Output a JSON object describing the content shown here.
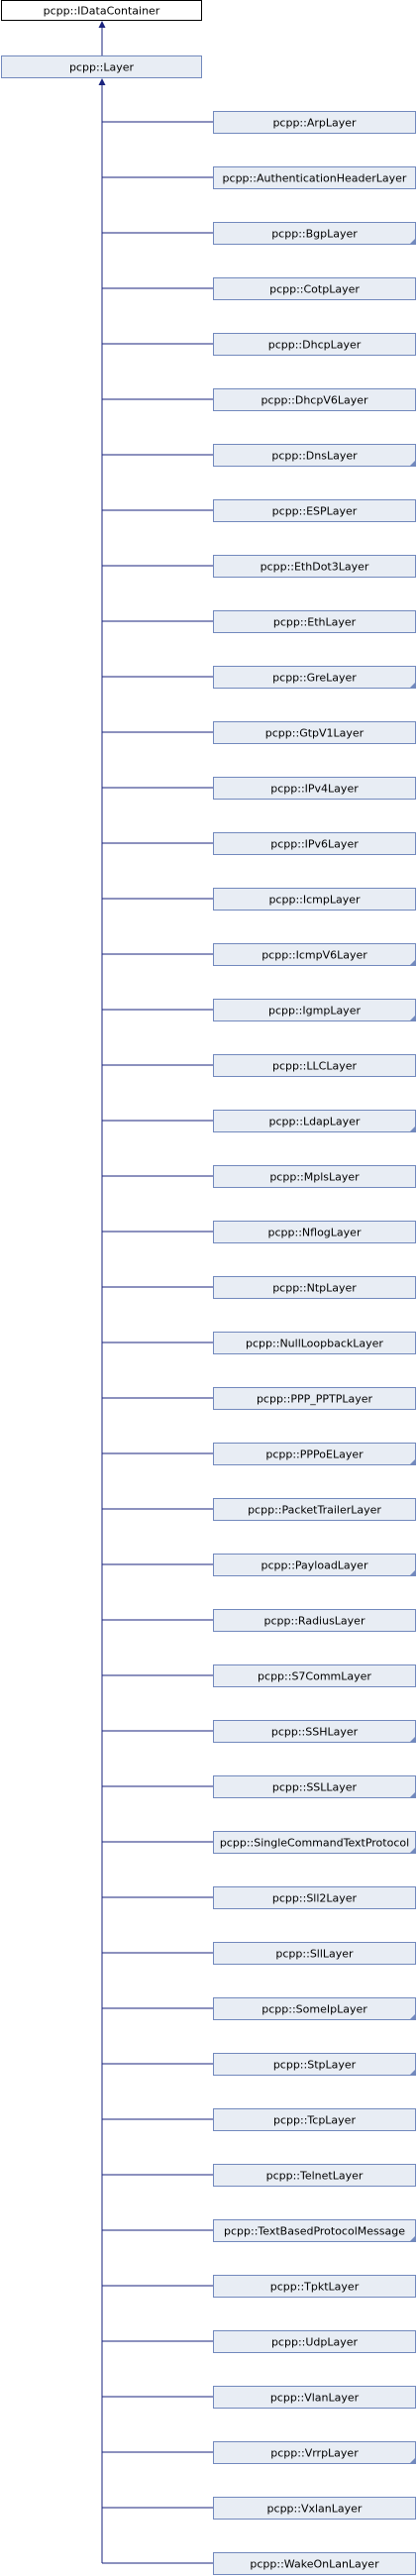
{
  "diagram": {
    "base_class": "pcpp::IDataContainer",
    "layer_class": "pcpp::Layer",
    "subclasses": [
      {
        "name": "pcpp::ArpLayer",
        "has_children": false
      },
      {
        "name": "pcpp::AuthenticationHeaderLayer",
        "has_children": false
      },
      {
        "name": "pcpp::BgpLayer",
        "has_children": true
      },
      {
        "name": "pcpp::CotpLayer",
        "has_children": false
      },
      {
        "name": "pcpp::DhcpLayer",
        "has_children": false
      },
      {
        "name": "pcpp::DhcpV6Layer",
        "has_children": false
      },
      {
        "name": "pcpp::DnsLayer",
        "has_children": true
      },
      {
        "name": "pcpp::ESPLayer",
        "has_children": false
      },
      {
        "name": "pcpp::EthDot3Layer",
        "has_children": false
      },
      {
        "name": "pcpp::EthLayer",
        "has_children": false
      },
      {
        "name": "pcpp::GreLayer",
        "has_children": true
      },
      {
        "name": "pcpp::GtpV1Layer",
        "has_children": false
      },
      {
        "name": "pcpp::IPv4Layer",
        "has_children": false
      },
      {
        "name": "pcpp::IPv6Layer",
        "has_children": false
      },
      {
        "name": "pcpp::IcmpLayer",
        "has_children": false
      },
      {
        "name": "pcpp::IcmpV6Layer",
        "has_children": true
      },
      {
        "name": "pcpp::IgmpLayer",
        "has_children": true
      },
      {
        "name": "pcpp::LLCLayer",
        "has_children": false
      },
      {
        "name": "pcpp::LdapLayer",
        "has_children": true
      },
      {
        "name": "pcpp::MplsLayer",
        "has_children": false
      },
      {
        "name": "pcpp::NflogLayer",
        "has_children": false
      },
      {
        "name": "pcpp::NtpLayer",
        "has_children": false
      },
      {
        "name": "pcpp::NullLoopbackLayer",
        "has_children": false
      },
      {
        "name": "pcpp::PPP_PPTPLayer",
        "has_children": false
      },
      {
        "name": "pcpp::PPPoELayer",
        "has_children": true
      },
      {
        "name": "pcpp::PacketTrailerLayer",
        "has_children": false
      },
      {
        "name": "pcpp::PayloadLayer",
        "has_children": true
      },
      {
        "name": "pcpp::RadiusLayer",
        "has_children": false
      },
      {
        "name": "pcpp::S7CommLayer",
        "has_children": false
      },
      {
        "name": "pcpp::SSHLayer",
        "has_children": true
      },
      {
        "name": "pcpp::SSLLayer",
        "has_children": true
      },
      {
        "name": "pcpp::SingleCommandTextProtocol",
        "has_children": true
      },
      {
        "name": "pcpp::Sll2Layer",
        "has_children": false
      },
      {
        "name": "pcpp::SllLayer",
        "has_children": false
      },
      {
        "name": "pcpp::SomeIpLayer",
        "has_children": true
      },
      {
        "name": "pcpp::StpLayer",
        "has_children": true
      },
      {
        "name": "pcpp::TcpLayer",
        "has_children": false
      },
      {
        "name": "pcpp::TelnetLayer",
        "has_children": false
      },
      {
        "name": "pcpp::TextBasedProtocolMessage",
        "has_children": true
      },
      {
        "name": "pcpp::TpktLayer",
        "has_children": false
      },
      {
        "name": "pcpp::UdpLayer",
        "has_children": false
      },
      {
        "name": "pcpp::VlanLayer",
        "has_children": false
      },
      {
        "name": "pcpp::VrrpLayer",
        "has_children": true
      },
      {
        "name": "pcpp::VxlanLayer",
        "has_children": false
      },
      {
        "name": "pcpp::WakeOnLanLayer",
        "has_children": false
      }
    ]
  },
  "colors": {
    "edge": "#1a237e",
    "box_fill": "#e8edf4",
    "box_border": "#7289bd"
  }
}
